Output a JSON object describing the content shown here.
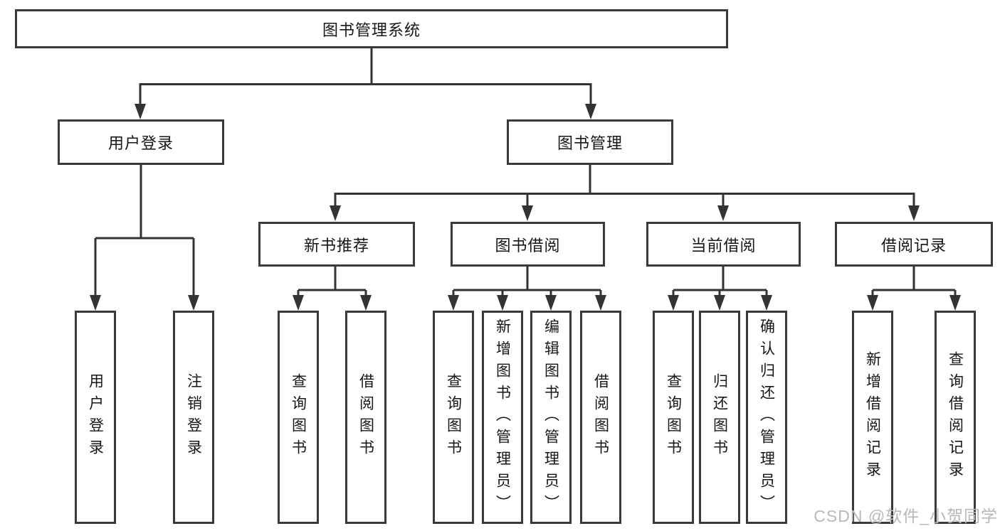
{
  "colors": {
    "line": "#333333",
    "border": "#3a3a3a",
    "text": "#161616",
    "watermark": "#b8b8b8",
    "background": "#ffffff"
  },
  "watermark": "CSDN @软件_小贺同学",
  "tree": {
    "root": {
      "label": "图书管理系统",
      "children": [
        {
          "label": "用户登录",
          "children": [
            {
              "label": "用户登录"
            },
            {
              "label": "注销登录"
            }
          ]
        },
        {
          "label": "图书管理",
          "children": [
            {
              "label": "新书推荐",
              "children": [
                {
                  "label": "查询图书"
                },
                {
                  "label": "借阅图书"
                }
              ]
            },
            {
              "label": "图书借阅",
              "children": [
                {
                  "label": "查询图书"
                },
                {
                  "label": "新增图书（管理员）"
                },
                {
                  "label": "编辑图书（管理员）"
                },
                {
                  "label": "借阅图书"
                }
              ]
            },
            {
              "label": "当前借阅",
              "children": [
                {
                  "label": "查询图书"
                },
                {
                  "label": "归还图书"
                },
                {
                  "label": "确认归还（管理员）"
                }
              ]
            },
            {
              "label": "借阅记录",
              "children": [
                {
                  "label": "新增借阅记录"
                },
                {
                  "label": "查询借阅记录"
                }
              ]
            }
          ]
        }
      ]
    }
  }
}
